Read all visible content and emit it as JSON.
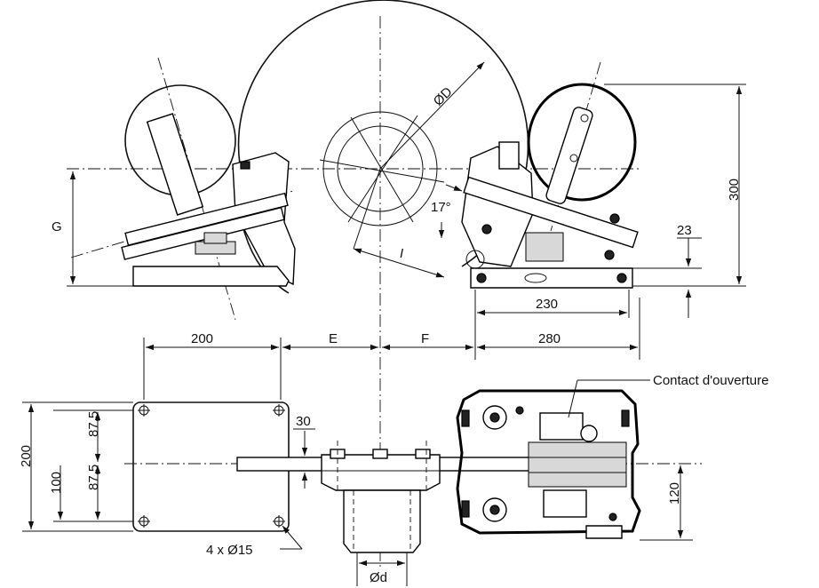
{
  "labels": {
    "diameter_D": "ØD",
    "dim_G": "G",
    "dim_I": "I",
    "angle": "17°",
    "dim_300": "300",
    "dim_23": "23",
    "dim_230": "230",
    "dim_200_top": "200",
    "dim_E": "E",
    "dim_F": "F",
    "dim_280": "280",
    "contact": "Contact d'ouverture",
    "dim_200_left": "200",
    "dim_100": "100",
    "dim_87_5_top": "87,5",
    "dim_87_5_bottom": "87,5",
    "dim_30": "30",
    "dim_120": "120",
    "holes": "4 x Ø15",
    "diameter_d": "Ød"
  },
  "colors": {
    "line": "#111111",
    "background": "#ffffff"
  }
}
